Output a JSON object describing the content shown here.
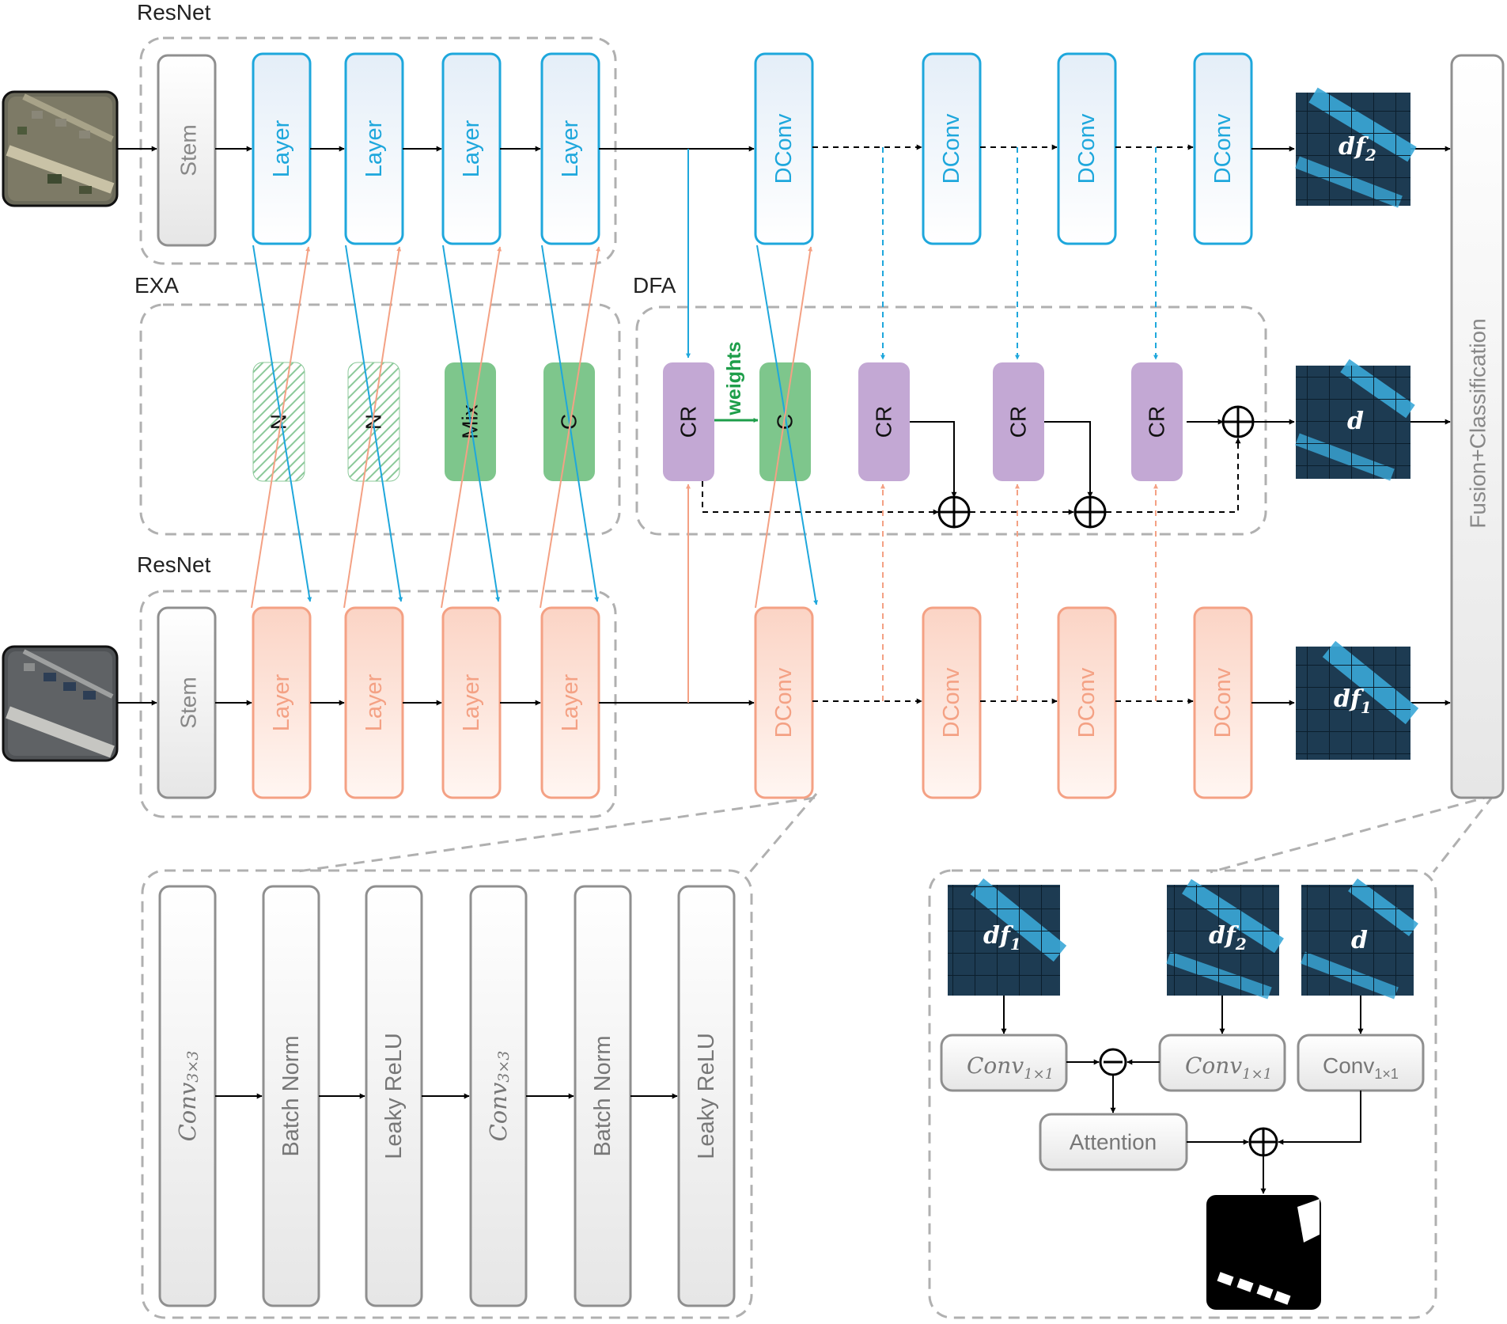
{
  "sections": {
    "resnet_top": "ResNet",
    "exa": "EXA",
    "dfa": "DFA",
    "resnet_bottom": "ResNet"
  },
  "encoder": {
    "stem": "Stem",
    "layer": "Layer",
    "dconv": "DConv"
  },
  "exa_modules": [
    "N",
    "N",
    "Mix",
    "C"
  ],
  "dfa": {
    "cr": "CR",
    "c": "C",
    "weights": "weights"
  },
  "feature_maps": {
    "df2": "df",
    "df2_sub": "2",
    "d": "d",
    "df1": "df",
    "df1_sub": "1"
  },
  "fusion": "Fusion+Classification",
  "dconv_detail": [
    {
      "text": "Conv",
      "sub": "3×3",
      "italic": true
    },
    {
      "text": "Batch Norm",
      "sub": "",
      "italic": false
    },
    {
      "text": "Leaky ReLU",
      "sub": "",
      "italic": false
    },
    {
      "text": "Conv",
      "sub": "3×3",
      "italic": true
    },
    {
      "text": "Batch Norm",
      "sub": "",
      "italic": false
    },
    {
      "text": "Leaky ReLU",
      "sub": "",
      "italic": false
    }
  ],
  "fusion_detail": {
    "conv_italic": "Conv",
    "conv_roman": "Conv",
    "conv_sub": "1×1",
    "attention": "Attention"
  },
  "colors": {
    "blue": "#1ea7dc",
    "orange": "#f4a184",
    "purple": "#c3a8d4",
    "green": "#7ec68c",
    "green_text": "#1e9e4a",
    "gray": "#8f8f8f",
    "feature_map": "#1d3b52"
  }
}
